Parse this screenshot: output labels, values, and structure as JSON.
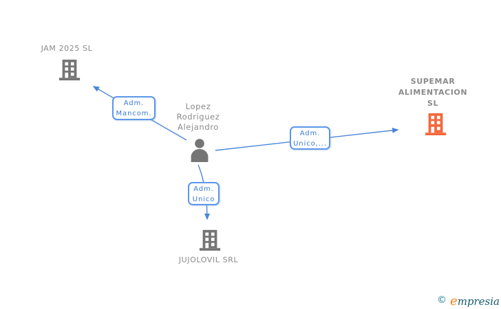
{
  "colors": {
    "line_blue": "#4a86d9",
    "box_border_blue": "#5b97e8",
    "box_text_blue": "#3a7bd0",
    "node_gray": "#757575",
    "label_gray": "#8a8a8a",
    "highlight_orange": "#f4683c",
    "logo_teal": "#1b7f8e",
    "logo_orange": "#ef8018",
    "logo_dark_teal": "#15576b"
  },
  "diagram": {
    "person": {
      "name": "Lopez Rodriguez Alejandro",
      "lines": [
        "Lopez",
        "Rodriguez",
        "Alejandro"
      ]
    },
    "companies": {
      "jam": {
        "name": "JAM 2025 SL"
      },
      "supemar": {
        "name": "SUPEMAR ALIMENTACION SL",
        "lines": [
          "SUPEMAR",
          "ALIMENTACION",
          "SL"
        ],
        "highlighted": true
      },
      "jujolovil": {
        "name": "JUJOLOVIL SRL"
      }
    },
    "relations": {
      "person_to_jam": {
        "label": "Adm. Mancom.",
        "lines": [
          "Adm.",
          "Mancom."
        ]
      },
      "person_to_supemar": {
        "label": "Adm. Unico,...",
        "lines": [
          "Adm.",
          "Unico,..."
        ]
      },
      "person_to_jujolovil": {
        "label": "Adm. Unico",
        "lines": [
          "Adm.",
          "Unico"
        ]
      }
    }
  },
  "footer": {
    "copyright": "©",
    "brand_initial": "e",
    "brand_rest": "mpresia"
  }
}
